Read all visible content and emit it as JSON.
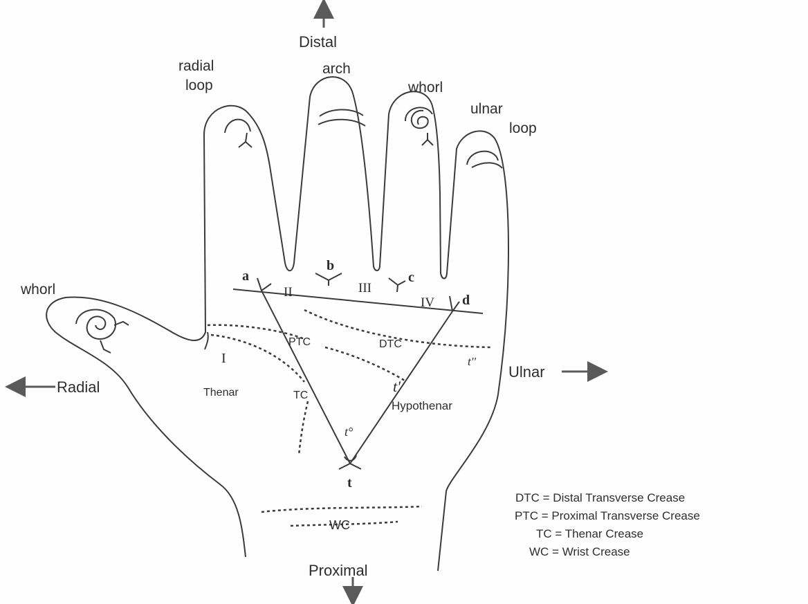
{
  "directions": {
    "distal": "Distal",
    "proximal": "Proximal",
    "radial": "Radial",
    "ulnar": "Ulnar"
  },
  "patterns": {
    "index": "radial loop",
    "middle": "arch",
    "ring": "whorl",
    "little": "ulnar loop",
    "thumb": "whorl"
  },
  "triradii": {
    "a": "a",
    "b": "b",
    "c": "c",
    "d": "d",
    "t": "t",
    "t_prime": "t'",
    "t_double_prime": "t''",
    "t_zero": "t°"
  },
  "areas": {
    "I": "I",
    "II": "II",
    "III": "III",
    "IV": "IV",
    "thenar": "Thenar",
    "hypothenar": "Hypothenar"
  },
  "creases": {
    "ptc": "PTC",
    "dtc": "DTC",
    "tc": "TC",
    "wc": "WC"
  },
  "legend": [
    "DTC = Distal Transverse Crease",
    "PTC = Proximal Transverse Crease",
    "TC = Thenar Crease",
    "WC = Wrist Crease"
  ],
  "colors": {
    "line": "#3a3a3a",
    "arrow": "#5a5a5a",
    "background": "#fefefe"
  }
}
